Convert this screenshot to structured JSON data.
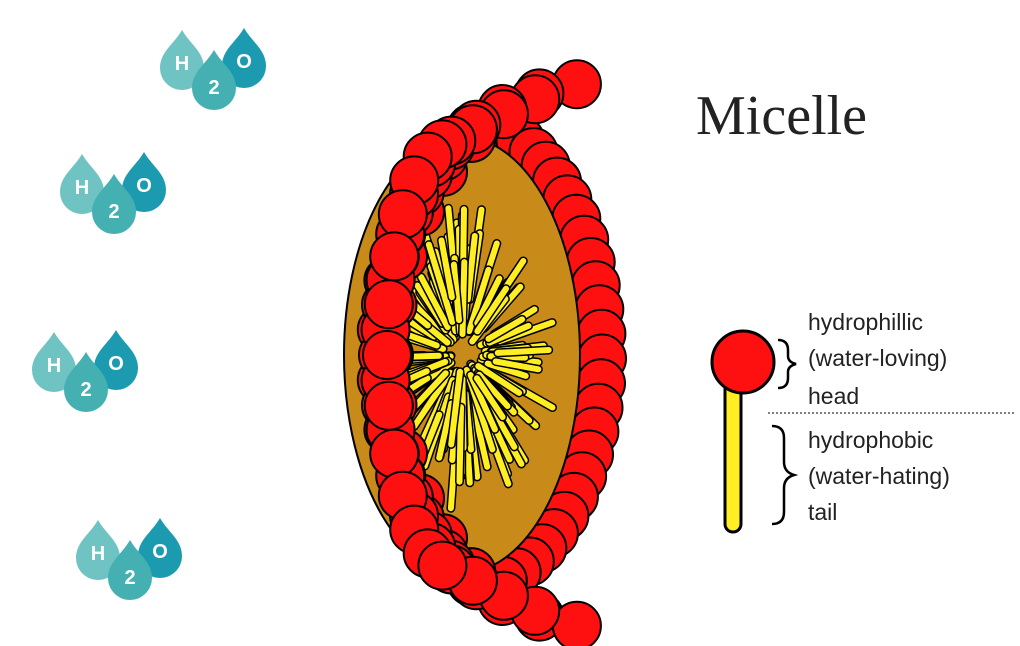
{
  "title": "Micelle",
  "molecule_label": {
    "hydrogen": "H",
    "subscript": "2",
    "oxygen": "O"
  },
  "water_molecule_count": 4,
  "legend": {
    "head_lines": [
      "hydrophillic",
      "(water-loving)",
      "head"
    ],
    "tail_lines": [
      "hydrophobic",
      "(water-hating)",
      "tail"
    ]
  },
  "colors": {
    "head": "#ff1010",
    "tail": "#ffee22",
    "core": "#c88a18",
    "water_light": "#6fc3c3",
    "water_mid": "#45b0b2",
    "water_dark": "#1c9ab0",
    "outline": "#000000"
  }
}
